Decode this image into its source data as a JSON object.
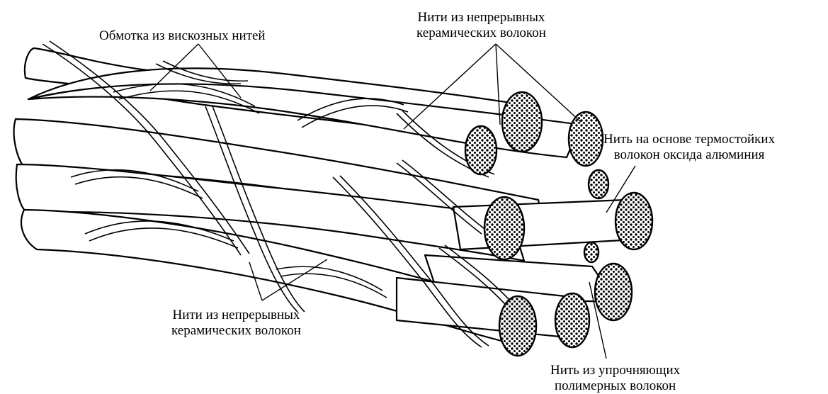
{
  "labels": {
    "viscose_wrap": "Обмотка из вискозных нитей",
    "ceramic_top": [
      "Нити из непрерывных",
      "керамических волокон"
    ],
    "alumina": [
      "Нить на основе термостойких",
      "волокон оксида алюминия"
    ],
    "ceramic_bottom": [
      "Нити из непрерывных",
      "керамических волокон"
    ],
    "polymer": [
      "Нить из упрочняющих",
      "полимерных волокон"
    ]
  },
  "colors": {
    "ink": "#000000",
    "paper": "#ffffff"
  }
}
